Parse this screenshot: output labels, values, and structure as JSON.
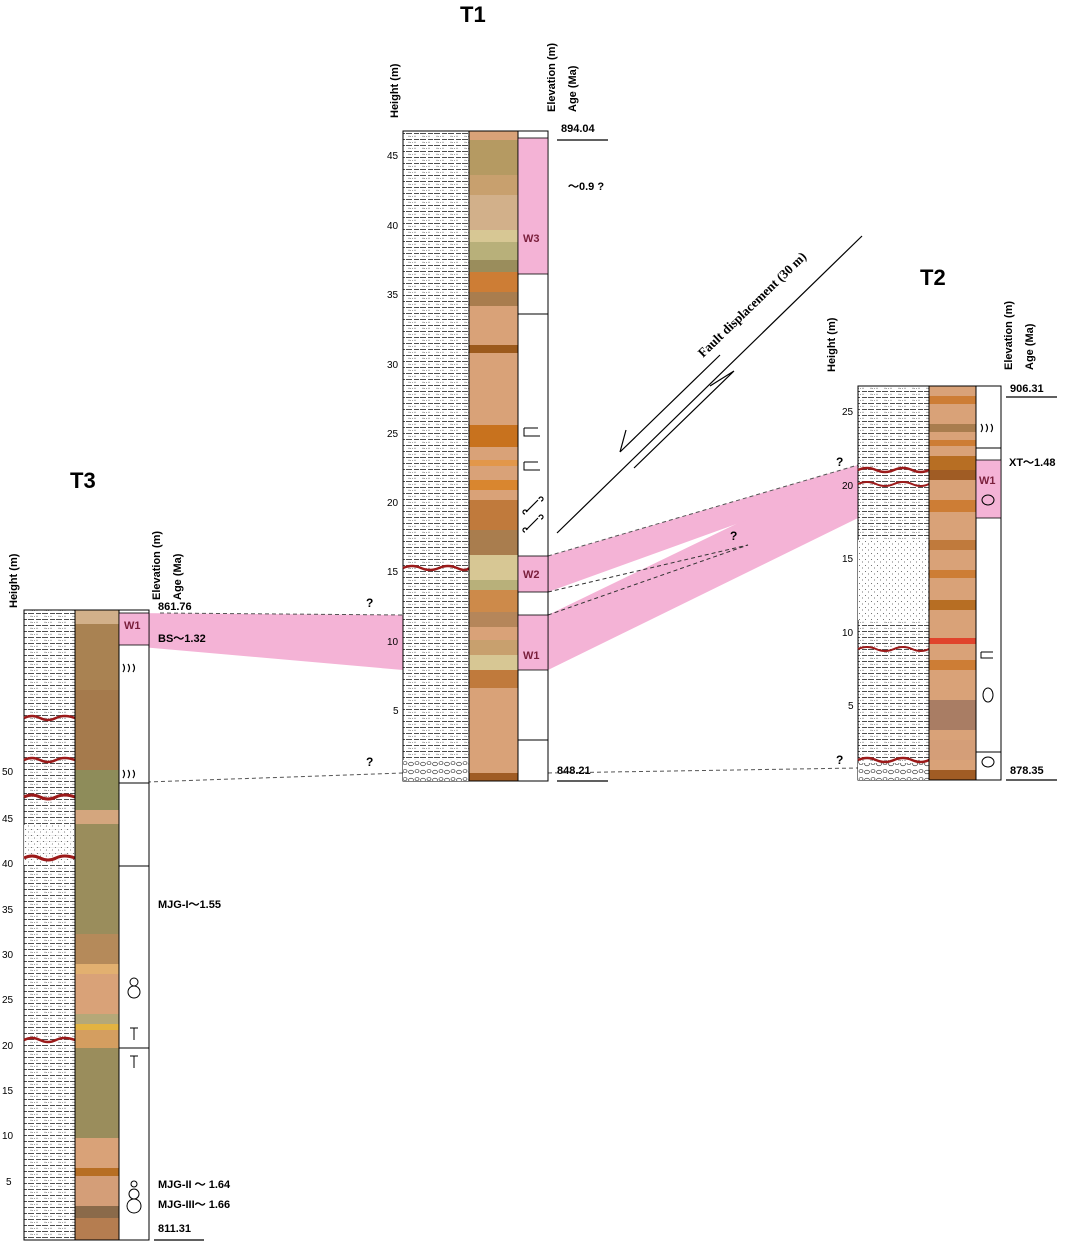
{
  "sections": {
    "T1": {
      "title": "T1",
      "height_label": "Height (m)",
      "elevation_label": "Elevation (m)",
      "age_label": "Age (Ma)",
      "ticks": [
        "5",
        "10",
        "15",
        "20",
        "25",
        "30",
        "35",
        "40",
        "45"
      ],
      "top_elevation": "894.04",
      "bottom_elevation": "848.21",
      "age_note": "～0.9 ?",
      "zones": [
        "W3",
        "W2",
        "W1"
      ],
      "question_mark": "?"
    },
    "T2": {
      "title": "T2",
      "height_label": "Height (m)",
      "elevation_label": "Elevation (m)",
      "age_label": "Age (Ma)",
      "ticks": [
        "5",
        "10",
        "15",
        "20",
        "25"
      ],
      "top_elevation": "906.31",
      "bottom_elevation": "878.35",
      "age_note": "XT～1.48",
      "zones": [
        "W1"
      ],
      "question_mark": "?"
    },
    "T3": {
      "title": "T3",
      "height_label": "Height (m)",
      "elevation_label": "Elevation (m)",
      "age_label": "Age (Ma)",
      "ticks": [
        "5",
        "10",
        "15",
        "20",
        "25",
        "30",
        "35",
        "40",
        "45",
        "50"
      ],
      "top_elevation": "861.76",
      "bottom_elevation": "811.31",
      "age_notes": [
        "BS～1.32",
        "MJG-I～1.55",
        "MJG-II ～ 1.64",
        "MJG-III～ 1.66"
      ],
      "zones": [
        "W1"
      ]
    }
  },
  "fault_label": "Fault displacement (30 m)",
  "question_mark": "?",
  "colors": {
    "zone_pink": "#f4b3d6",
    "sand_light": "#d9a278",
    "sand_orange": "#cd7d35",
    "olive": "#9a8d5c",
    "tan": "#d2b67e",
    "brown": "#a97d4e",
    "red_contact": "#9c1a1a"
  }
}
